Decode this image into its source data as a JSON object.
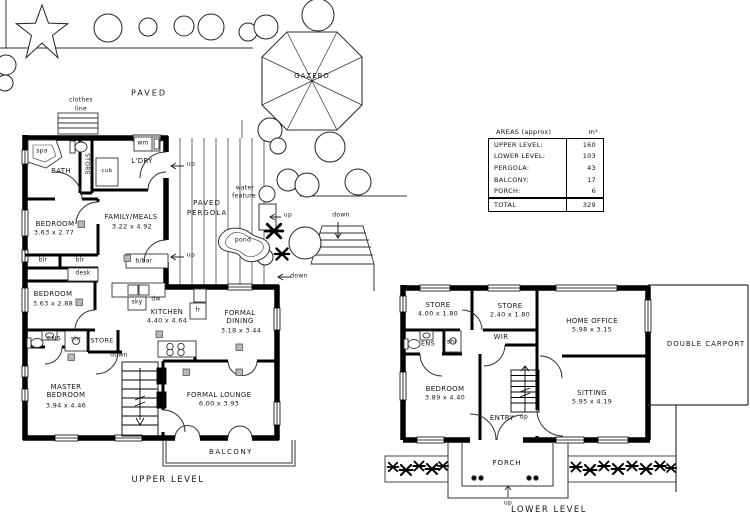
{
  "site": {
    "paved": "PAVED",
    "clothes_1": "clothes",
    "clothes_2": "line",
    "gazebo": "GAZEBO",
    "pergola_1": "PAVED",
    "pergola_2": "PERGOLA",
    "water_1": "water",
    "water_2": "feature",
    "pond": "pond",
    "ext_stairs_down": "down",
    "entry_up_top": "up",
    "entry_up_mid": "up",
    "pergola_up": "up",
    "dining_down": "down"
  },
  "areas_table": {
    "title": "AREAS (approx)",
    "unit": "m²",
    "rows": [
      {
        "label": "UPPER LEVEL:",
        "value": "160"
      },
      {
        "label": "LOWER LEVEL:",
        "value": "103"
      },
      {
        "label": "PERGOLA:",
        "value": "43"
      },
      {
        "label": "BALCONY:",
        "value": "17"
      },
      {
        "label": "PORCH:",
        "value": "6"
      }
    ],
    "total_label": "TOTAL",
    "total_value": "329"
  },
  "upper": {
    "level_label": "UPPER LEVEL",
    "bath": "BATH",
    "spa": "spa",
    "store_top": "STORE",
    "cub": "cub",
    "ldry": "L'DRY",
    "wm": "wm",
    "bedroom1_name": "BEDROOM",
    "bedroom1_dims": "3.63 x 2.77",
    "family_name": "FAMILY/MEALS",
    "family_dims": "3.22 x 4.92",
    "blr1": "blr",
    "blr2": "blr",
    "desk": "desk",
    "bedroom2_name": "BEDROOM",
    "bedroom2_dims": "3.63 x 2.88",
    "ens": "ENS",
    "shr": "shr",
    "store_mid": "STORE",
    "master_name": "MASTER BEDROOM",
    "master_dims": "3.94 x 4.46",
    "kitchen_name": "KITCHEN",
    "kitchen_dims": "4.40 x 4.64",
    "sky": "sky",
    "dw": "dw",
    "bbar": "b/bar",
    "fr": "fr",
    "dining_name": "FORMAL DINING",
    "dining_dims": "3.18 x 3.44",
    "lounge_name": "FORMAL LOUNGE",
    "lounge_dims": "6.00 x 3.93",
    "balcony": "BALCONY",
    "stairs_down": "down"
  },
  "lower": {
    "level_label": "LOWER LEVEL",
    "store_a_name": "STORE",
    "store_a_dims": "4.00 x 1.80",
    "store_b_name": "STORE",
    "store_b_dims": "2.40 x 1.80",
    "home_office_name": "HOME OFFICE",
    "home_office_dims": "5.98 x 3.15",
    "ens": "ENS",
    "shr": "shr",
    "wir": "WIR",
    "bedroom_name": "BEDROOM",
    "bedroom_dims": "3.89 x 4.40",
    "sitting_name": "SITTING",
    "sitting_dims": "5.95 x 4.19",
    "entry": "ENTRY",
    "entry_up": "up",
    "porch": "PORCH",
    "porch_up": "up",
    "carport": "DOUBLE CARPORT"
  }
}
